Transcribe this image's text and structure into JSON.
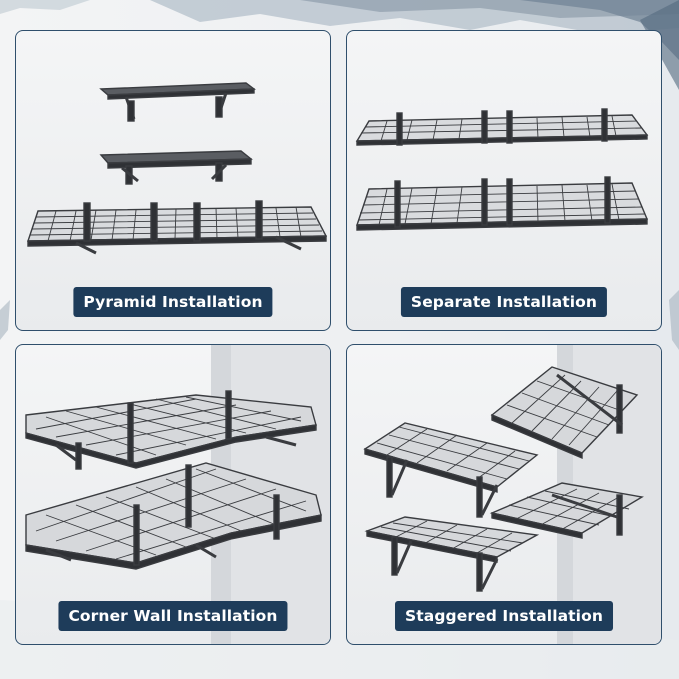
{
  "panels": [
    {
      "label": "Pyramid Installation"
    },
    {
      "label": "Separate Installation"
    },
    {
      "label": "Corner Wall Installation"
    },
    {
      "label": "Staggered Installation"
    }
  ],
  "colors": {
    "frame": "#2f4f6c",
    "label_bg": "#1e3c5a",
    "label_text": "#ffffff",
    "shelf": "#3a3c40"
  }
}
